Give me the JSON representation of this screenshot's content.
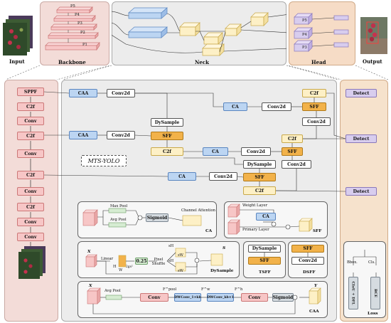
{
  "top": {
    "input": "Input",
    "backbone": "Backbone",
    "neck": "Neck",
    "head": "Head",
    "output": "Output",
    "backbone_stages": [
      "P5",
      "P4",
      "P3",
      "P2",
      "P1"
    ],
    "head_stages": [
      "P5",
      "P4",
      "P3"
    ]
  },
  "backbone_column": [
    "SPPF",
    "C2f",
    "Conv",
    "C2f",
    "Conv",
    "C2f",
    "Conv",
    "C2f",
    "Conv",
    "Conv"
  ],
  "neck": {
    "title": "MTS-YOLO",
    "caa": "CAA",
    "conv2d": "Conv2d",
    "ca": "CA",
    "dysample": "DySample",
    "sff": "SFF",
    "c2f": "C2f"
  },
  "detect": "Detect",
  "modules": {
    "ca": {
      "name": "CA",
      "max_pool": "Max Pool",
      "avg_pool": "Avg Pool",
      "sigmoid": "Sigmoid",
      "channel_attention": "Channel Attention"
    },
    "sff": {
      "name": "SFF",
      "weight_layer": "Weight Layer",
      "ca": "CA",
      "primary_layer": "Primary Layer"
    },
    "dysample": {
      "name": "DySample",
      "x": "X",
      "linear": "Linear",
      "h": "H",
      "w": "W",
      "two_gs_sq": "2gs²",
      "scale": "0.25",
      "pixel_shuffle": "Pixel Shuffle",
      "sh": "sH",
      "sw": "sW",
      "s": "S"
    },
    "tsff": {
      "name": "TSFF",
      "dysample": "DySample",
      "sff": "SFF"
    },
    "dsff": {
      "name": "DSFF",
      "sff": "SFF",
      "conv2d": "Conv2d"
    },
    "loss": {
      "name": "Loss",
      "bbox": "Bbox.",
      "cls": "Cls.",
      "ciou": "CIoU + DFL",
      "bce": "BCE"
    },
    "caa": {
      "name": "CAA",
      "x": "X",
      "avg_pool": "Avg Pool",
      "conv": "Conv",
      "f_pool": "F^pool",
      "dwconv_h": "DWConv_1×kb",
      "f_w": "F^w",
      "dwconv_v": "DWConv_kb×1",
      "f_h": "F^h",
      "conv2": "Conv",
      "sigmoid": "Sigmoid",
      "y": "Y"
    }
  },
  "colors": {
    "backbone_bg": "#f3dcd8",
    "neck_bg": "#e9e9e9",
    "head_bg": "#f6dcc6",
    "loss_bg": "#f6e2cc",
    "red_block": "#f7c6c6",
    "blue_block": "#bcd5f2",
    "orange_block": "#f2b24a",
    "yellow_block": "#fdf0c6",
    "purple_block": "#d8cdee"
  }
}
